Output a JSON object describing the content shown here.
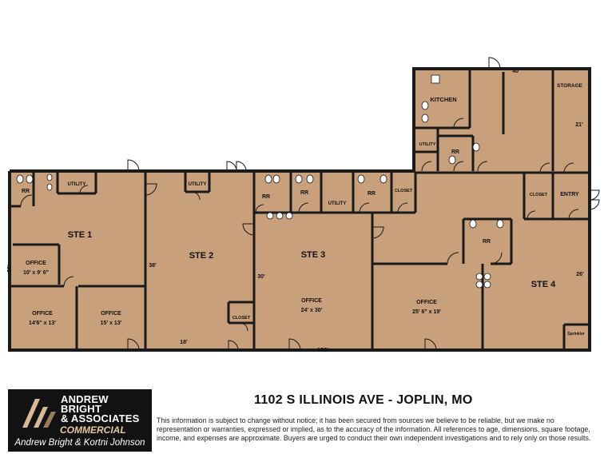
{
  "property": {
    "address": "1102 S ILLINOIS AVE - JOPLIN, MO",
    "disclaimer": "This information is subject to change without notice; it has been secured from sources we believe to be reliable, but we make no representation or warranties, expressed or implied, as to the accuracy of the information.  All references to age, dimensions, square footage, income, and expenses are approximate.  Buyers are urged to conduct their own independent investigations and to rely only on those results."
  },
  "brand": {
    "line1": "ANDREW",
    "line2": "BRIGHT",
    "line3": "& ASSOCIATES",
    "line4": "COMMERCIAL",
    "agents": "Andrew Bright & Kortni Johnson"
  },
  "colors": {
    "floor": "#c9a07c",
    "wall": "#1a1a1a",
    "background": "#ffffff",
    "logo_bg": "#121212",
    "logo_accent": "#e7c7a0"
  },
  "rooms": {
    "ste1": "STE 1",
    "ste2": "STE 2",
    "ste3": "STE 3",
    "ste4": "STE 4",
    "rr": "RR",
    "utility": "UTILITY",
    "closet": "CLOSET",
    "kitchen": "KITCHEN",
    "storage": "STORAGE",
    "entry": "ENTRY",
    "sprinkler": "Sprinkler",
    "office": "OFFICE"
  },
  "dimensions": {
    "overall_width": "130'",
    "left_depth": "39'",
    "ste2_depth": "38'",
    "ste2_width": "18'",
    "ste3_depth": "30'",
    "ste4_depth": "26'",
    "rear_width": "40'",
    "storage_depth": "21'",
    "ste1_office_small": "10' x 9' 6\"",
    "ste1_office_left": "14'6\" x 13'",
    "ste1_office_right": "15' x 13'",
    "ste3_office": "24' x 30'",
    "ste4_office": "25' 6\" x 19'"
  }
}
